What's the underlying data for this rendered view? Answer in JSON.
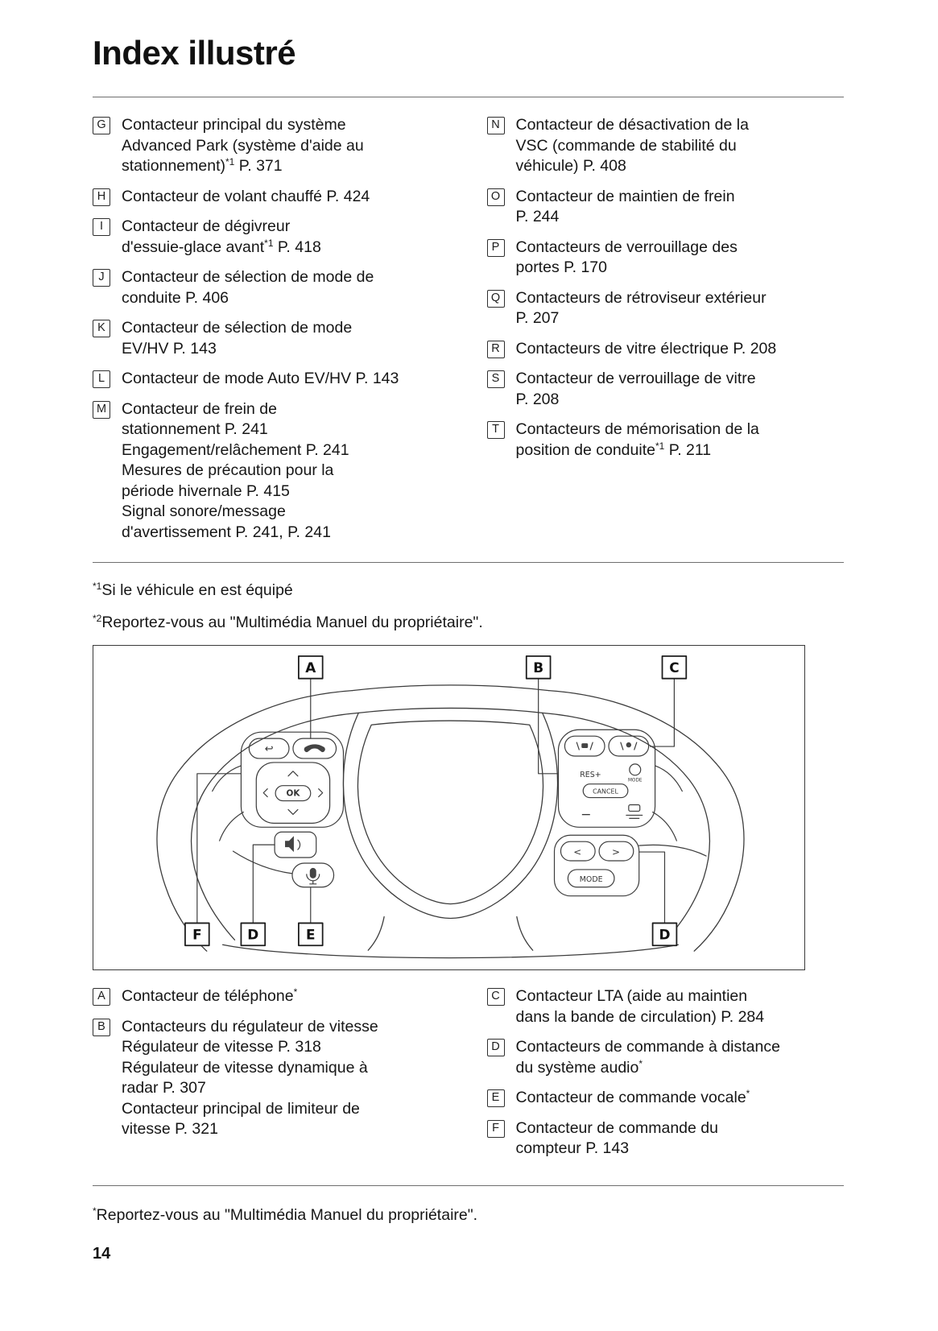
{
  "page": {
    "title": "Index illustré",
    "page_number": "14"
  },
  "top_list": {
    "left": [
      {
        "key": "G",
        "text": "Contacteur principal du système\nAdvanced Park (système d'aide au\nstationnement)^{*1} P. 371"
      },
      {
        "key": "H",
        "text": "Contacteur de volant chauffé P. 424"
      },
      {
        "key": "I",
        "text": "Contacteur de dégivreur\nd'essuie-glace avant^{*1} P. 418"
      },
      {
        "key": "J",
        "text": "Contacteur de sélection de mode de\nconduite P. 406"
      },
      {
        "key": "K",
        "text": "Contacteur de sélection de mode\nEV/HV P. 143"
      },
      {
        "key": "L",
        "text": "Contacteur de mode Auto EV/HV P. 143"
      },
      {
        "key": "M",
        "text": "Contacteur de frein de\nstationnement P. 241\nEngagement/relâchement P. 241\nMesures de précaution pour la\npériode hivernale P. 415\nSignal sonore/message\nd'avertissement P. 241, P. 241"
      }
    ],
    "right": [
      {
        "key": "N",
        "text": "Contacteur de désactivation de la\nVSC (commande de stabilité du\nvéhicule) P. 408"
      },
      {
        "key": "O",
        "text": "Contacteur de maintien de frein\nP. 244"
      },
      {
        "key": "P",
        "text": "Contacteurs de verrouillage des\nportes P. 170"
      },
      {
        "key": "Q",
        "text": "Contacteurs de rétroviseur extérieur\nP. 207"
      },
      {
        "key": "R",
        "text": "Contacteurs de vitre électrique P. 208"
      },
      {
        "key": "S",
        "text": "Contacteur de verrouillage de vitre\nP. 208"
      },
      {
        "key": "T",
        "text": "Contacteurs de mémorisation de la\nposition de conduite^{*1} P. 211"
      }
    ]
  },
  "footnotes_middle": [
    {
      "text": "^{*1}Si le véhicule en est équipé"
    },
    {
      "text": "^{*2}Reportez-vous au \"Multimédia Manuel du propriétaire\"."
    }
  ],
  "diagram": {
    "callouts": {
      "a": "A",
      "b": "B",
      "c": "C",
      "f": "F",
      "d1": "D",
      "e": "E",
      "d2": "D"
    },
    "buttons": {
      "ok": "OK",
      "cancel": "CANCEL",
      "res_plus": "RES+",
      "mode_small": "MODE",
      "mode": "MODE",
      "minus": "−",
      "chevron_left": "<",
      "chevron_right": ">"
    },
    "icons": {
      "back": "↩"
    }
  },
  "bottom_list": {
    "left": [
      {
        "key": "A",
        "text": "Contacteur de téléphone^{*}"
      },
      {
        "key": "B",
        "text": "Contacteurs du régulateur de vitesse\nRégulateur de vitesse P. 318\nRégulateur de vitesse dynamique à\nradar P. 307\nContacteur principal de limiteur de\nvitesse P. 321"
      }
    ],
    "right": [
      {
        "key": "C",
        "text": "Contacteur LTA (aide au maintien\ndans la bande de circulation) P. 284"
      },
      {
        "key": "D",
        "text": "Contacteurs de commande à distance\ndu système audio^{*}"
      },
      {
        "key": "E",
        "text": "Contacteur de commande vocale^{*}"
      },
      {
        "key": "F",
        "text": "Contacteur de commande du\ncompteur P. 143"
      }
    ]
  },
  "footnote_bottom": {
    "text": "^{*}Reportez-vous au \"Multimédia Manuel du propriétaire\"."
  }
}
